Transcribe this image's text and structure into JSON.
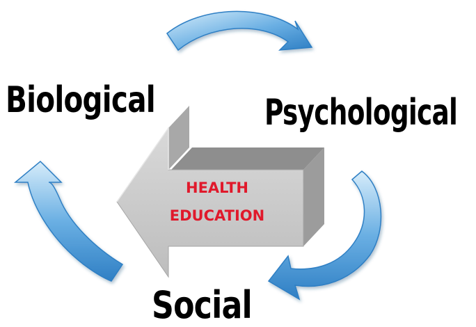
{
  "nodes": {
    "biological": "Biological",
    "psychological": "Psychological",
    "social": "Social"
  },
  "center": {
    "line1": "HEALTH",
    "line2": "EDUCATION",
    "text_color": "#e0192b"
  },
  "colors": {
    "cycle_arrow_light": "#d6ecfa",
    "cycle_arrow_mid": "#6aafe3",
    "cycle_arrow_dark": "#2f7fc4",
    "block_arrow_face": "#c8c8c8",
    "block_arrow_side": "#9c9c9c",
    "block_arrow_top": "#8e8e8e"
  },
  "icons": {
    "cycle_arrows": "curved-arrow-icon",
    "center_arrow": "left-block-arrow-icon"
  }
}
